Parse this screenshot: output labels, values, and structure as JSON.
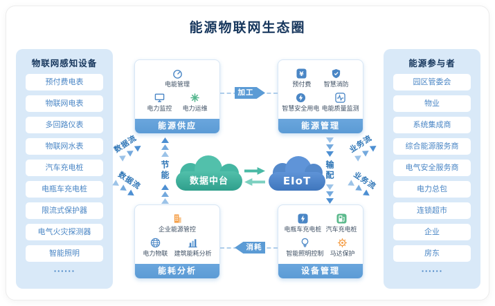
{
  "title": "能源物联网生态圈",
  "colors": {
    "title_navy": "#16365c",
    "panel_bg": "#d9e9f8",
    "pill_text": "#4a86c5",
    "box_header_blue": "#5b9bd5",
    "flow_label_blue": "#2e75b6",
    "cloud_teal": "#3fb29e",
    "eiot_blue": "#4a80c6",
    "icon_green": "#55b68e",
    "icon_orange": "#f5a04a"
  },
  "left_panel": {
    "title": "物联网感知设备",
    "items": [
      "预付费电表",
      "物联网电表",
      "多回路仪表",
      "物联网水表",
      "汽车充电桩",
      "电瓶车充电桩",
      "限流式保护器",
      "电气火灾探测器",
      "智能照明",
      "······"
    ]
  },
  "right_panel": {
    "title": "能源参与者",
    "items": [
      "园区管委会",
      "物业",
      "系统集成商",
      "综合能源服务商",
      "电气安全服务商",
      "电力总包",
      "连锁超市",
      "企业",
      "房东",
      "······"
    ]
  },
  "boxes": {
    "supply": {
      "title": "能源供应",
      "features": [
        {
          "label": "电能管理",
          "icon": "gauge-icon"
        },
        {
          "label": "电力监控",
          "icon": "monitor-icon"
        },
        {
          "label": "电力运维",
          "icon": "ops-asterisk-icon"
        }
      ]
    },
    "management": {
      "title": "能源管理",
      "features": [
        {
          "label": "预付费",
          "icon": "prepaid-yuan-icon"
        },
        {
          "label": "智慧消防",
          "icon": "fire-shield-icon"
        },
        {
          "label": "智慧安全用电",
          "icon": "safe-power-icon"
        },
        {
          "label": "电能质量监测",
          "icon": "power-quality-icon"
        }
      ]
    },
    "analysis": {
      "title": "能耗分析",
      "features": [
        {
          "label": "企业能源管控",
          "icon": "enterprise-building-icon"
        },
        {
          "label": "电力物联",
          "icon": "power-globe-icon"
        },
        {
          "label": "建筑能耗分析",
          "icon": "energy-bars-icon"
        }
      ]
    },
    "device": {
      "title": "设备管理",
      "features": [
        {
          "label": "电瓶车充电桩",
          "icon": "ebike-charger-icon"
        },
        {
          "label": "汽车充电桩",
          "icon": "car-charger-icon"
        },
        {
          "label": "智能照明控制",
          "icon": "smart-light-icon"
        },
        {
          "label": "马达保护",
          "icon": "motor-gear-icon"
        }
      ]
    }
  },
  "center": {
    "data_platform": "数据中台",
    "eiot": "EIoT"
  },
  "flows": {
    "process": "加工",
    "consume": "消耗",
    "save_energy": "节能",
    "transmit": "输配",
    "data_flow_top": "数据流",
    "data_flow_bottom": "数据流",
    "business_flow_top": "业务流",
    "business_flow_bottom": "业务流"
  }
}
